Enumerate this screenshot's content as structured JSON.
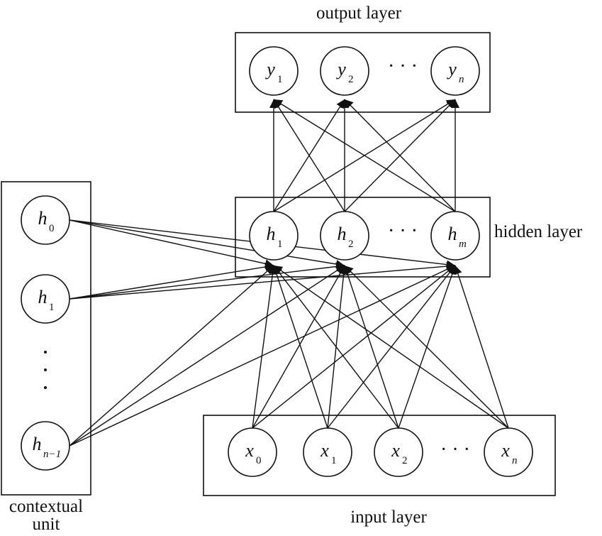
{
  "labels": {
    "output_layer": "output layer",
    "hidden_layer": "hidden layer",
    "input_layer": "input layer",
    "contextual_line1": "contextual",
    "contextual_line2": "unit"
  },
  "nodes": {
    "output": [
      {
        "var": "y",
        "sub": "1"
      },
      {
        "var": "y",
        "sub": "2"
      },
      {
        "var": "y",
        "sub": "n"
      }
    ],
    "hidden": [
      {
        "var": "h",
        "sub": "1"
      },
      {
        "var": "h",
        "sub": "2"
      },
      {
        "var": "h",
        "sub": "m"
      }
    ],
    "input": [
      {
        "var": "x",
        "sub": "0"
      },
      {
        "var": "x",
        "sub": "1"
      },
      {
        "var": "x",
        "sub": "2"
      },
      {
        "var": "x",
        "sub": "n"
      }
    ],
    "context": [
      {
        "var": "h",
        "sub": "0"
      },
      {
        "var": "h",
        "sub": "1"
      },
      {
        "var": "h",
        "sub": "n−1"
      }
    ]
  },
  "ellipsis": "· · ·"
}
